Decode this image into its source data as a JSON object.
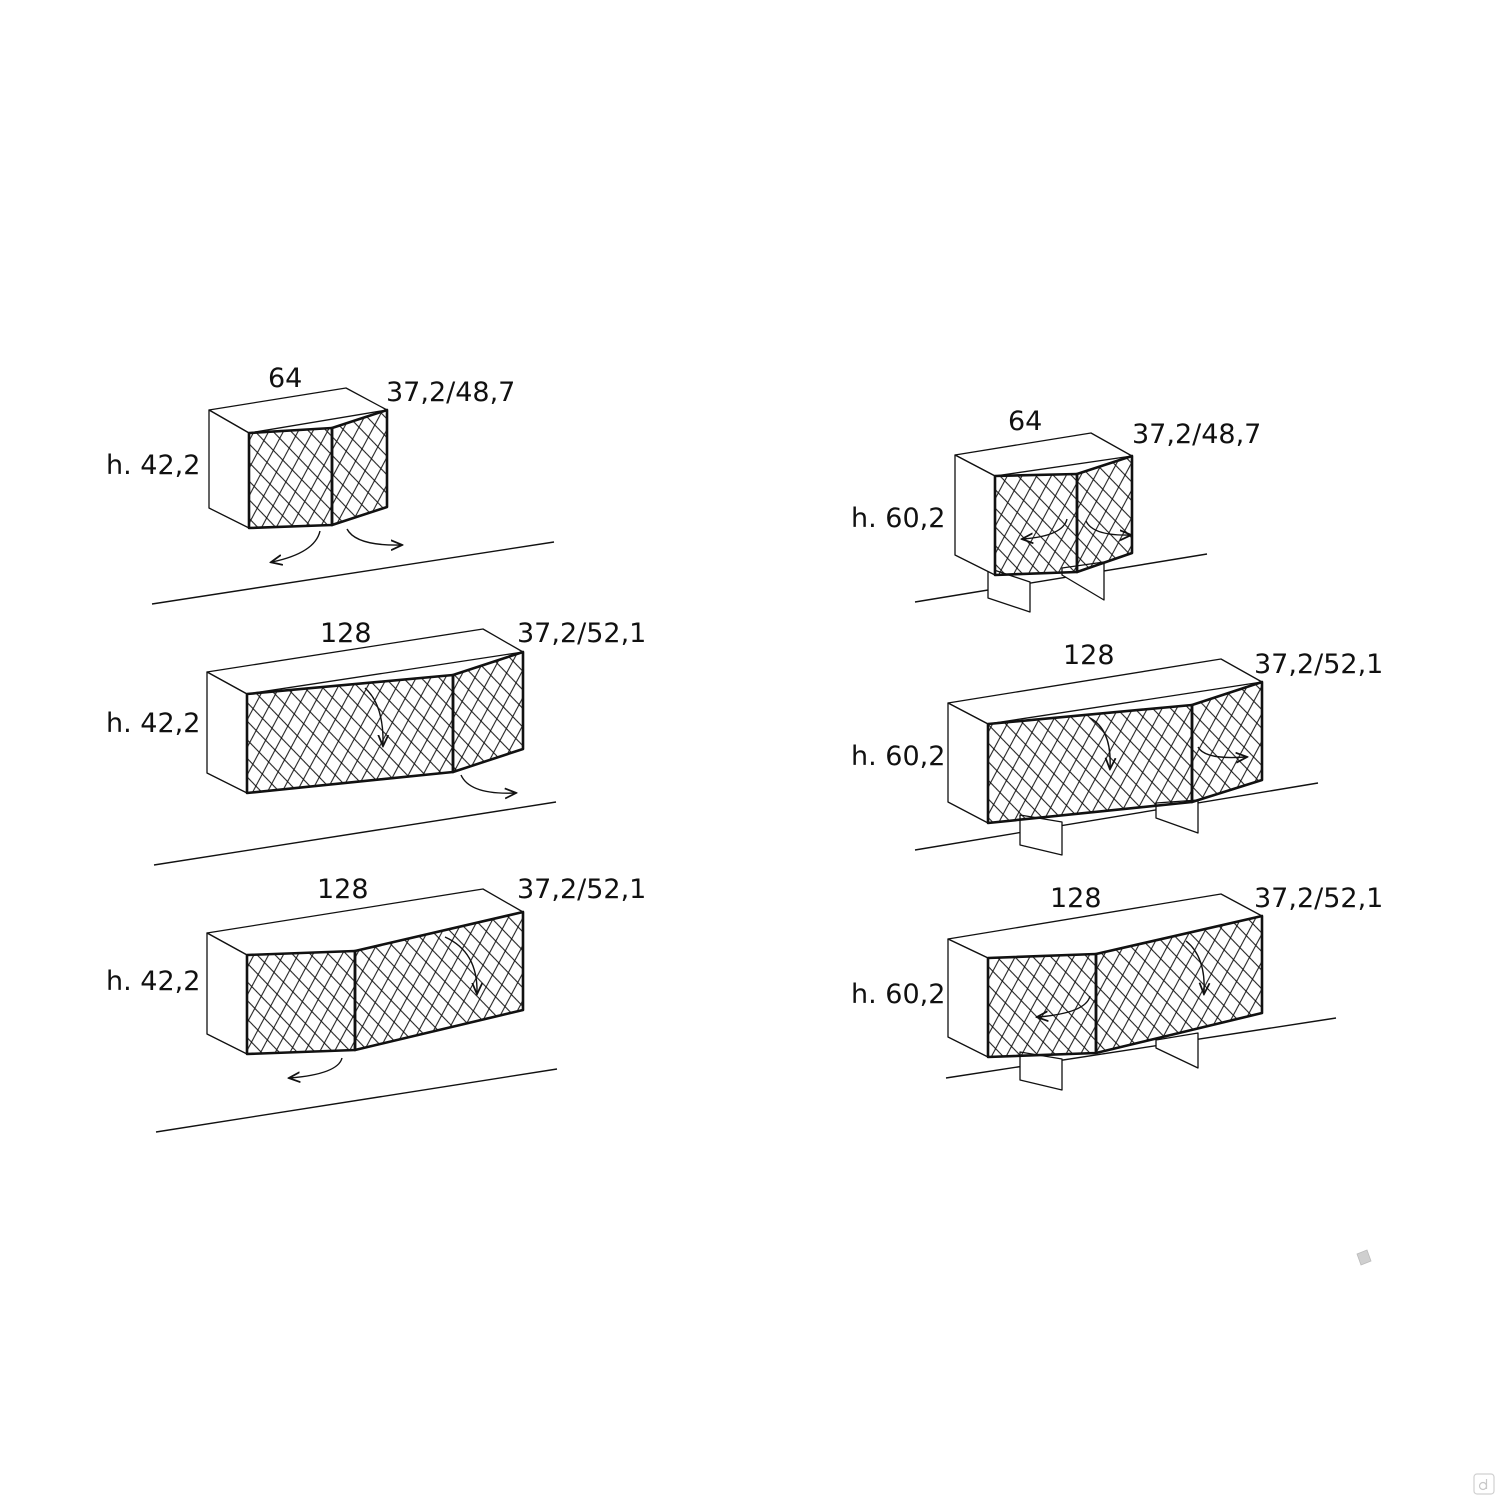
{
  "colors": {
    "line": "#111111",
    "background": "#ffffff",
    "watermark": "#cfcfcf"
  },
  "columns": [
    {
      "mount": "wall-hung",
      "units": [
        {
          "width_label": "64",
          "depth_label": "37,2/48,7",
          "height_label": "h. 42,2",
          "doors": 2
        },
        {
          "width_label": "128",
          "depth_label": "37,2/52,1",
          "height_label": "h. 42,2",
          "doors": 2
        },
        {
          "width_label": "128",
          "depth_label": "37,2/52,1",
          "height_label": "h. 42,2",
          "doors": 2
        }
      ]
    },
    {
      "mount": "on-legs",
      "units": [
        {
          "width_label": "64",
          "depth_label": "37,2/48,7",
          "height_label": "h. 60,2",
          "doors": 2
        },
        {
          "width_label": "128",
          "depth_label": "37,2/52,1",
          "height_label": "h. 60,2",
          "doors": 2
        },
        {
          "width_label": "128",
          "depth_label": "37,2/52,1",
          "height_label": "h. 60,2",
          "doors": 2
        }
      ]
    }
  ],
  "icons": [
    "watermark-logo-icon",
    "corner-logo-icon"
  ]
}
